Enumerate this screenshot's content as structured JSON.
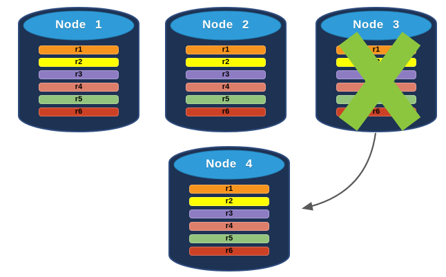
{
  "diagram": {
    "background": "#FFFFFF",
    "cylinder_body_color": "#1E3253",
    "cylinder_edge_color": "#2E4C7E",
    "cylinder_top_color": "#2F9CD9",
    "cylinder_top_edge_color": "#2279AC",
    "title_color": "#FFFFFF"
  },
  "nodes": [
    {
      "title": "Node 1",
      "failed": false,
      "rows": [
        {
          "label": "r1",
          "color": "#F7941E"
        },
        {
          "label": "r2",
          "color": "#FFFF00"
        },
        {
          "label": "r3",
          "color": "#8E7CC3"
        },
        {
          "label": "r4",
          "color": "#DD7E6B"
        },
        {
          "label": "r5",
          "color": "#93C47D"
        },
        {
          "label": "r6",
          "color": "#CC4125"
        }
      ]
    },
    {
      "title": "Node 2",
      "failed": false,
      "rows": [
        {
          "label": "r1",
          "color": "#F7941E"
        },
        {
          "label": "r2",
          "color": "#FFFF00"
        },
        {
          "label": "r3",
          "color": "#8E7CC3"
        },
        {
          "label": "r4",
          "color": "#DD7E6B"
        },
        {
          "label": "r5",
          "color": "#93C47D"
        },
        {
          "label": "r6",
          "color": "#CC4125"
        }
      ]
    },
    {
      "title": "Node 3",
      "failed": true,
      "rows": [
        {
          "label": "r1",
          "color": "#F7941E"
        },
        {
          "label": "r2",
          "color": "#FFFF00"
        },
        {
          "label": "r3",
          "color": "#8E7CC3"
        },
        {
          "label": "r4",
          "color": "#DD7E6B"
        },
        {
          "label": "r5",
          "color": "#93C47D"
        },
        {
          "label": "r6",
          "color": "#CC4125"
        }
      ]
    },
    {
      "title": "Node 4",
      "failed": false,
      "rows": [
        {
          "label": "r1",
          "color": "#F7941E"
        },
        {
          "label": "r2",
          "color": "#FFFF00"
        },
        {
          "label": "r3",
          "color": "#8E7CC3"
        },
        {
          "label": "r4",
          "color": "#DD7E6B"
        },
        {
          "label": "r5",
          "color": "#93C47D"
        },
        {
          "label": "r6",
          "color": "#CC4125"
        }
      ]
    }
  ],
  "failure_mark": {
    "color": "#8CC63E",
    "on_node": "Node 3"
  },
  "arrow": {
    "color": "#595959",
    "from": "Node 3",
    "to": "Node 4"
  }
}
